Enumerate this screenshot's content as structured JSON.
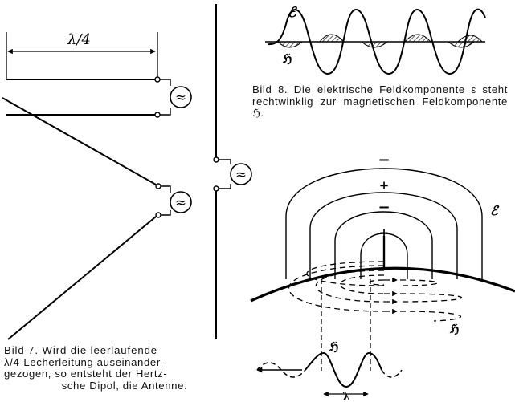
{
  "fig7": {
    "dimension_label": "λ/4",
    "caption_l1": "Bild 7. Wird die leerlaufende",
    "caption_l2": "λ/4-Lecherleitung auseinander-",
    "caption_l3": "gezogen, so entsteht der Hertz-",
    "caption_l4": "sche Dipol, die Antenne."
  },
  "fig8": {
    "label_e": "ℰ",
    "label_h": "ℌ",
    "caption": "Bild 8. Die elektrische Feldkomponente ε steht rechtwinklig zur magnetischen Feldkomponente ℌ."
  },
  "fig9": {
    "signs": [
      "−",
      "+",
      "−",
      "+"
    ],
    "label_e": "ℰ",
    "label_h_field": "ℌ",
    "label_h_wave": "ℌ",
    "wavelength_label": "λ"
  },
  "generator_symbol": "≈"
}
